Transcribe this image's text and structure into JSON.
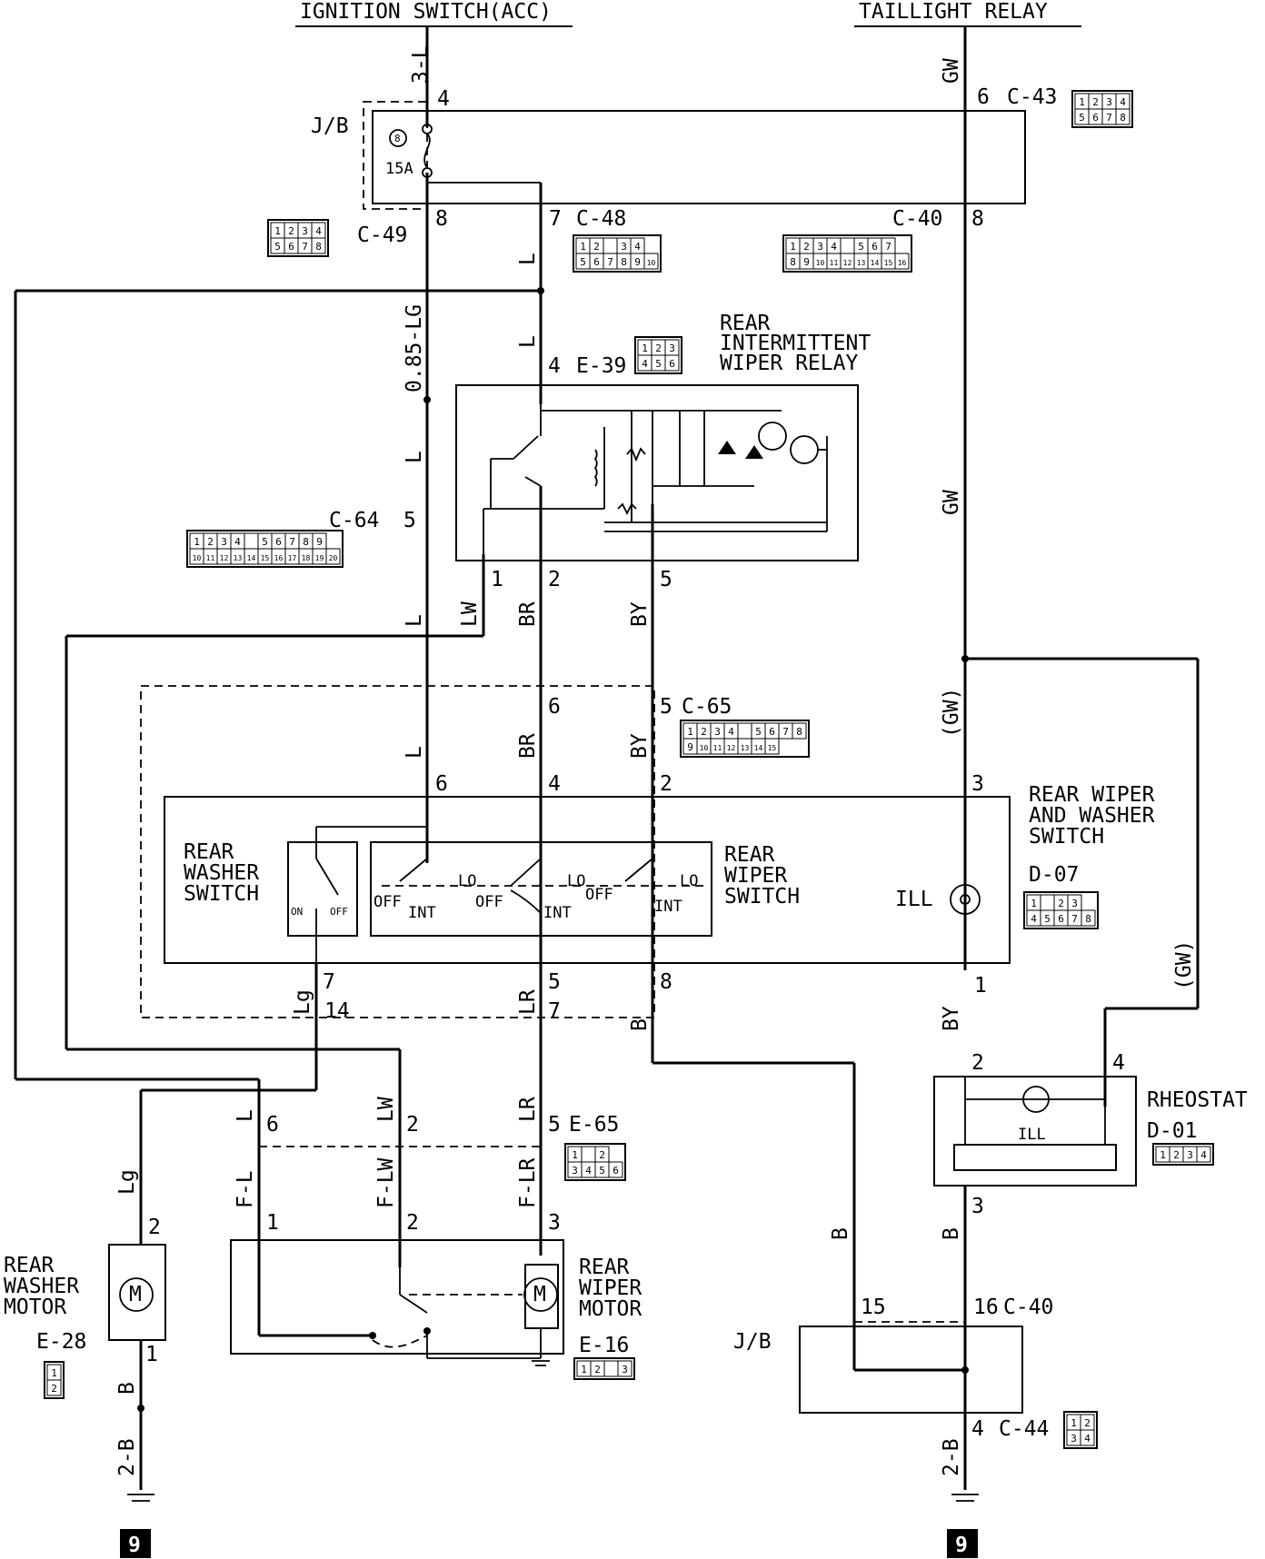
{
  "sources": {
    "ignition": "IGNITION SWITCH(ACC)",
    "taillight": "TAILLIGHT RELAY"
  },
  "junction_block": {
    "label": "J/B",
    "fuse_number": "8",
    "fuse_rating": "15A"
  },
  "components": {
    "relay": {
      "title_lines": [
        "REAR",
        "INTERMITTENT",
        "WIPER RELAY"
      ],
      "connector": "E-39"
    },
    "switch": {
      "title_lines": [
        "REAR WIPER",
        "AND WASHER",
        "SWITCH"
      ],
      "connector": "D-07"
    },
    "washer_switch": {
      "title_lines": [
        "REAR",
        "WASHER",
        "SWITCH"
      ],
      "on": "ON",
      "off": "OFF"
    },
    "wiper_switch": {
      "title_lines": [
        "REAR",
        "WIPER",
        "SWITCH"
      ],
      "positions": [
        "OFF",
        "INT",
        "LO"
      ]
    },
    "ill": "ILL",
    "rheostat": {
      "title": "RHEOSTAT",
      "connector": "D-01",
      "ill": "ILL"
    },
    "washer_motor": {
      "title_lines": [
        "REAR",
        "WASHER",
        "MOTOR"
      ],
      "connector": "E-28"
    },
    "wiper_motor": {
      "title_lines": [
        "REAR",
        "WIPER",
        "MOTOR"
      ],
      "connector": "E-16"
    },
    "jb_bottom": "J/B",
    "motor_symbol": "M"
  },
  "connectors": {
    "c43": "C-43",
    "c49": "C-49",
    "c48": "C-48",
    "c40": "C-40",
    "c64": "C-64",
    "c65": "C-65",
    "e65": "E-65",
    "c44": "C-44"
  },
  "connector_pins": {
    "c43": [
      [
        "1",
        "2",
        "3",
        "4"
      ],
      [
        "5",
        "6",
        "7",
        "8"
      ]
    ],
    "c49": [
      [
        "1",
        "2",
        "3",
        "4"
      ],
      [
        "5",
        "6",
        "7",
        "8"
      ]
    ],
    "c48": [
      [
        "1",
        "2",
        "",
        "3",
        "4"
      ],
      [
        "5",
        "6",
        "7",
        "8",
        "9",
        "10"
      ]
    ],
    "c40": [
      [
        "1",
        "2",
        "3",
        "4",
        "",
        "5",
        "6",
        "7"
      ],
      [
        "8",
        "9",
        "10",
        "11",
        "12",
        "13",
        "14",
        "15",
        "16"
      ]
    ],
    "e39": [
      [
        "1",
        "2",
        "3"
      ],
      [
        "4",
        "5",
        "6"
      ]
    ],
    "c64": [
      [
        "1",
        "2",
        "3",
        "4",
        "",
        "5",
        "6",
        "7",
        "8",
        "9"
      ],
      [
        "10",
        "11",
        "12",
        "13",
        "14",
        "15",
        "16",
        "17",
        "18",
        "19",
        "20"
      ]
    ],
    "c65": [
      [
        "1",
        "2",
        "3",
        "4",
        "",
        "5",
        "6",
        "7",
        "8"
      ],
      [
        "9",
        "10",
        "11",
        "12",
        "13",
        "14",
        "15"
      ]
    ],
    "d07": [
      [
        "1",
        "",
        "2",
        "3"
      ],
      [
        "4",
        "5",
        "6",
        "7",
        "8"
      ]
    ],
    "e65": [
      [
        "1",
        "",
        "2"
      ],
      [
        "3",
        "4",
        "5",
        "6"
      ]
    ],
    "d01": [
      [
        "1",
        "2",
        "3",
        "4"
      ]
    ],
    "e28": [
      [
        "1"
      ],
      [
        "2"
      ]
    ],
    "e16": [
      [
        "1",
        "2",
        "",
        "3"
      ]
    ],
    "c44": [
      [
        "1",
        "2"
      ],
      [
        "3",
        "4"
      ]
    ]
  },
  "wire_colors": {
    "w_3l": "3-L",
    "w_gw_top": "GW",
    "w_l1": "L",
    "w_l2": "L",
    "w_085lg": "0.85-LG",
    "w_l3": "L",
    "w_l4": "L",
    "w_lw": "LW",
    "w_br": "BR",
    "w_by": "BY",
    "w_gw_mid": "GW",
    "w_gw_paren": "(GW)",
    "w_l5": "L",
    "w_br2": "BR",
    "w_by2": "BY",
    "w_lg": "Lg",
    "w_lr": "LR",
    "w_b": "B",
    "w_by3": "BY",
    "w_gw_paren2": "(GW)",
    "w_l6": "L",
    "w_lw2": "LW",
    "w_lr2": "LR",
    "w_fl": "F-L",
    "w_flw": "F-LW",
    "w_flr": "F-LR",
    "w_lg2": "Lg",
    "w_b2": "B",
    "w_2b": "2-B",
    "w_b3": "B",
    "w_b4": "B",
    "w_2b2": "2-B"
  },
  "pins": {
    "p_ign4": "4",
    "p_gw6": "6",
    "p_8a": "8",
    "p_7": "7",
    "p_8b": "8",
    "p_rel4": "4",
    "p_c64_5": "5",
    "p_rel1": "1",
    "p_rel2": "2",
    "p_rel5": "5",
    "p_c65_6": "6",
    "p_c65_5": "5",
    "p_sw6": "6",
    "p_sw4": "4",
    "p_sw2": "2",
    "p_sw3": "3",
    "p_sw7": "7",
    "p_sw5": "5",
    "p_sw8": "8",
    "p_sw1": "1",
    "p_14": "14",
    "p_7b": "7",
    "p_rh2": "2",
    "p_rh4": "4",
    "p_rh3": "3",
    "p_e65_6": "6",
    "p_e65_2": "2",
    "p_e65_5": "5",
    "p_m1": "1",
    "p_m2": "2",
    "p_m3": "3",
    "p_wm2": "2",
    "p_wm1": "1",
    "p_15": "15",
    "p_16": "16",
    "p_c44_4": "4"
  },
  "ground_ref": "9"
}
